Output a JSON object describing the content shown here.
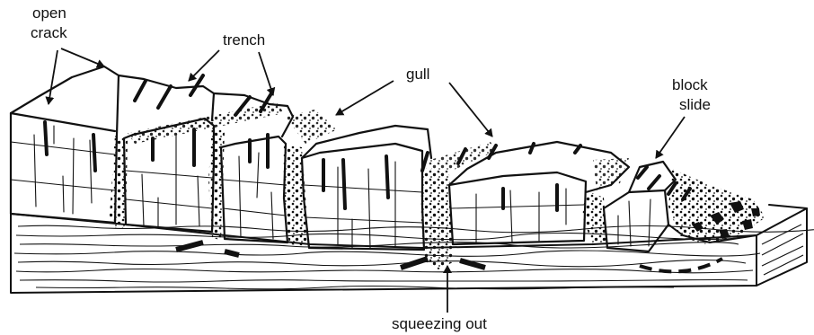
{
  "labels": {
    "open_crack_1": "open",
    "open_crack_2": "crack",
    "trench": "trench",
    "gull": "gull",
    "block_slide_1": "block",
    "block_slide_2": "slide",
    "squeezing_out": "squeezing out"
  }
}
